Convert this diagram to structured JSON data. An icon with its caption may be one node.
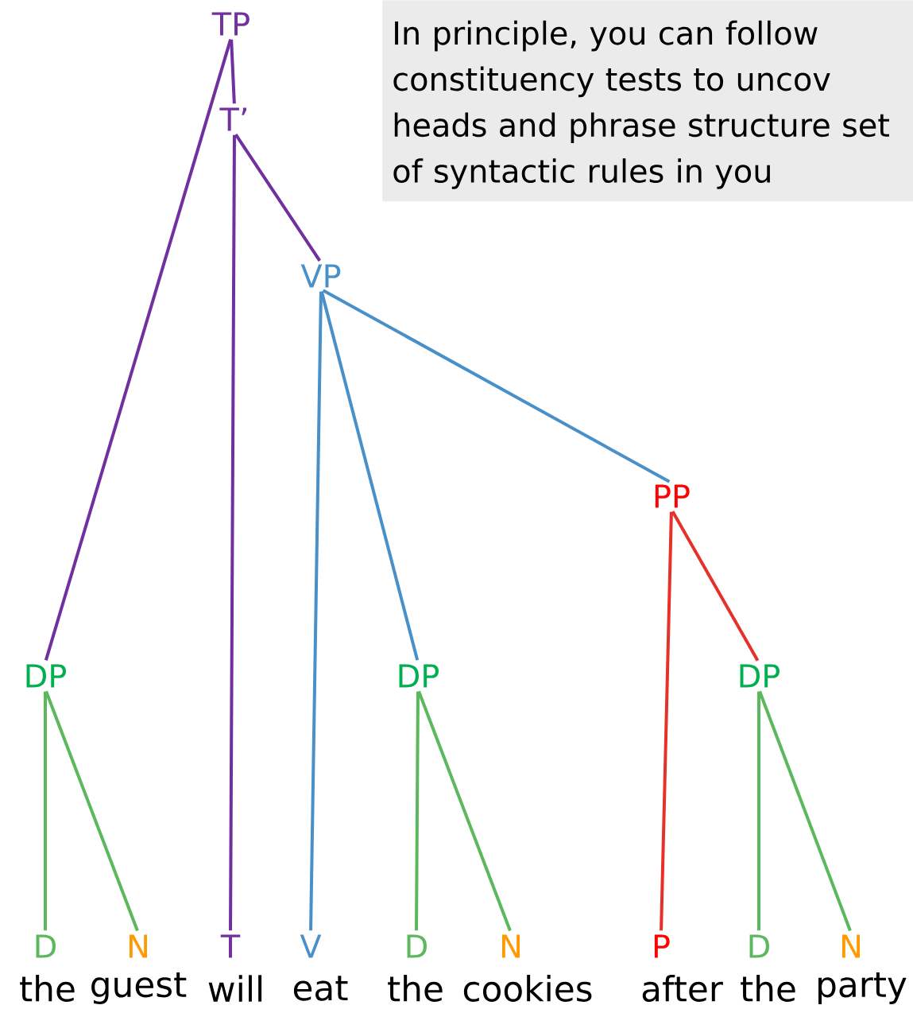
{
  "diagram": {
    "nodes": [
      {
        "text": [
          "TP"
        ]
      },
      {
        "text": [
          "T’"
        ]
      },
      {
        "text": [
          "VP"
        ]
      },
      {
        "text": [
          "PP"
        ]
      },
      {
        "text": [
          "DP"
        ]
      },
      {
        "text": [
          "DP"
        ]
      },
      {
        "text": [
          "DP"
        ]
      },
      {
        "text": [
          "D"
        ],
        "beside": [
          "the"
        ]
      },
      {
        "text": [
          "N"
        ],
        "beside": [
          "guest"
        ]
      },
      {
        "text": [
          "T"
        ],
        "beside": [
          "will"
        ]
      },
      {
        "text": [
          "V"
        ],
        "beside": [
          "eat"
        ]
      },
      {
        "text": [
          "D"
        ],
        "beside": [
          "the"
        ]
      },
      {
        "text": [
          "N"
        ],
        "beside": [
          "cookies"
        ]
      },
      {
        "text": [
          "P"
        ],
        "beside": [
          "after"
        ]
      },
      {
        "text": [
          "D"
        ],
        "beside": [
          "the"
        ]
      },
      {
        "text": [
          "N"
        ],
        "beside": [
          "party"
        ]
      }
    ],
    "edges": [
      {
        "from": 0,
        "to": 1,
        "arrow": "none",
        "color": "#7030a0"
      },
      {
        "from": 0,
        "to": 4,
        "arrow": "none",
        "color": "#7030a0"
      },
      {
        "from": 1,
        "to": 9,
        "arrow": "none",
        "color": "#7030a0"
      },
      {
        "from": 1,
        "to": 2,
        "arrow": "none",
        "color": "#7030a0"
      },
      {
        "from": 2,
        "to": 10,
        "arrow": "none",
        "color": "#4a90c8"
      },
      {
        "from": 2,
        "to": 5,
        "arrow": "none",
        "color": "#4a90c8"
      },
      {
        "from": 2,
        "to": 3,
        "arrow": "none",
        "color": "#4a90c8"
      },
      {
        "from": 3,
        "to": 13,
        "arrow": "none",
        "color": "#e8302a"
      },
      {
        "from": 3,
        "to": 6,
        "arrow": "none",
        "color": "#e8302a"
      },
      {
        "from": 4,
        "to": 7,
        "arrow": "none"
      },
      {
        "from": 4,
        "to": 8,
        "arrow": "none"
      },
      {
        "from": 5,
        "to": 11,
        "arrow": "none"
      },
      {
        "from": 5,
        "to": 12,
        "arrow": "none"
      },
      {
        "from": 6,
        "to": 14,
        "arrow": "none"
      },
      {
        "from": 6,
        "to": 15,
        "arrow": "none"
      }
    ],
    "labels": [
      "In principle, you can follow constituency tests to uncov heads and phrase structure set of syntactic rules in you"
    ]
  }
}
